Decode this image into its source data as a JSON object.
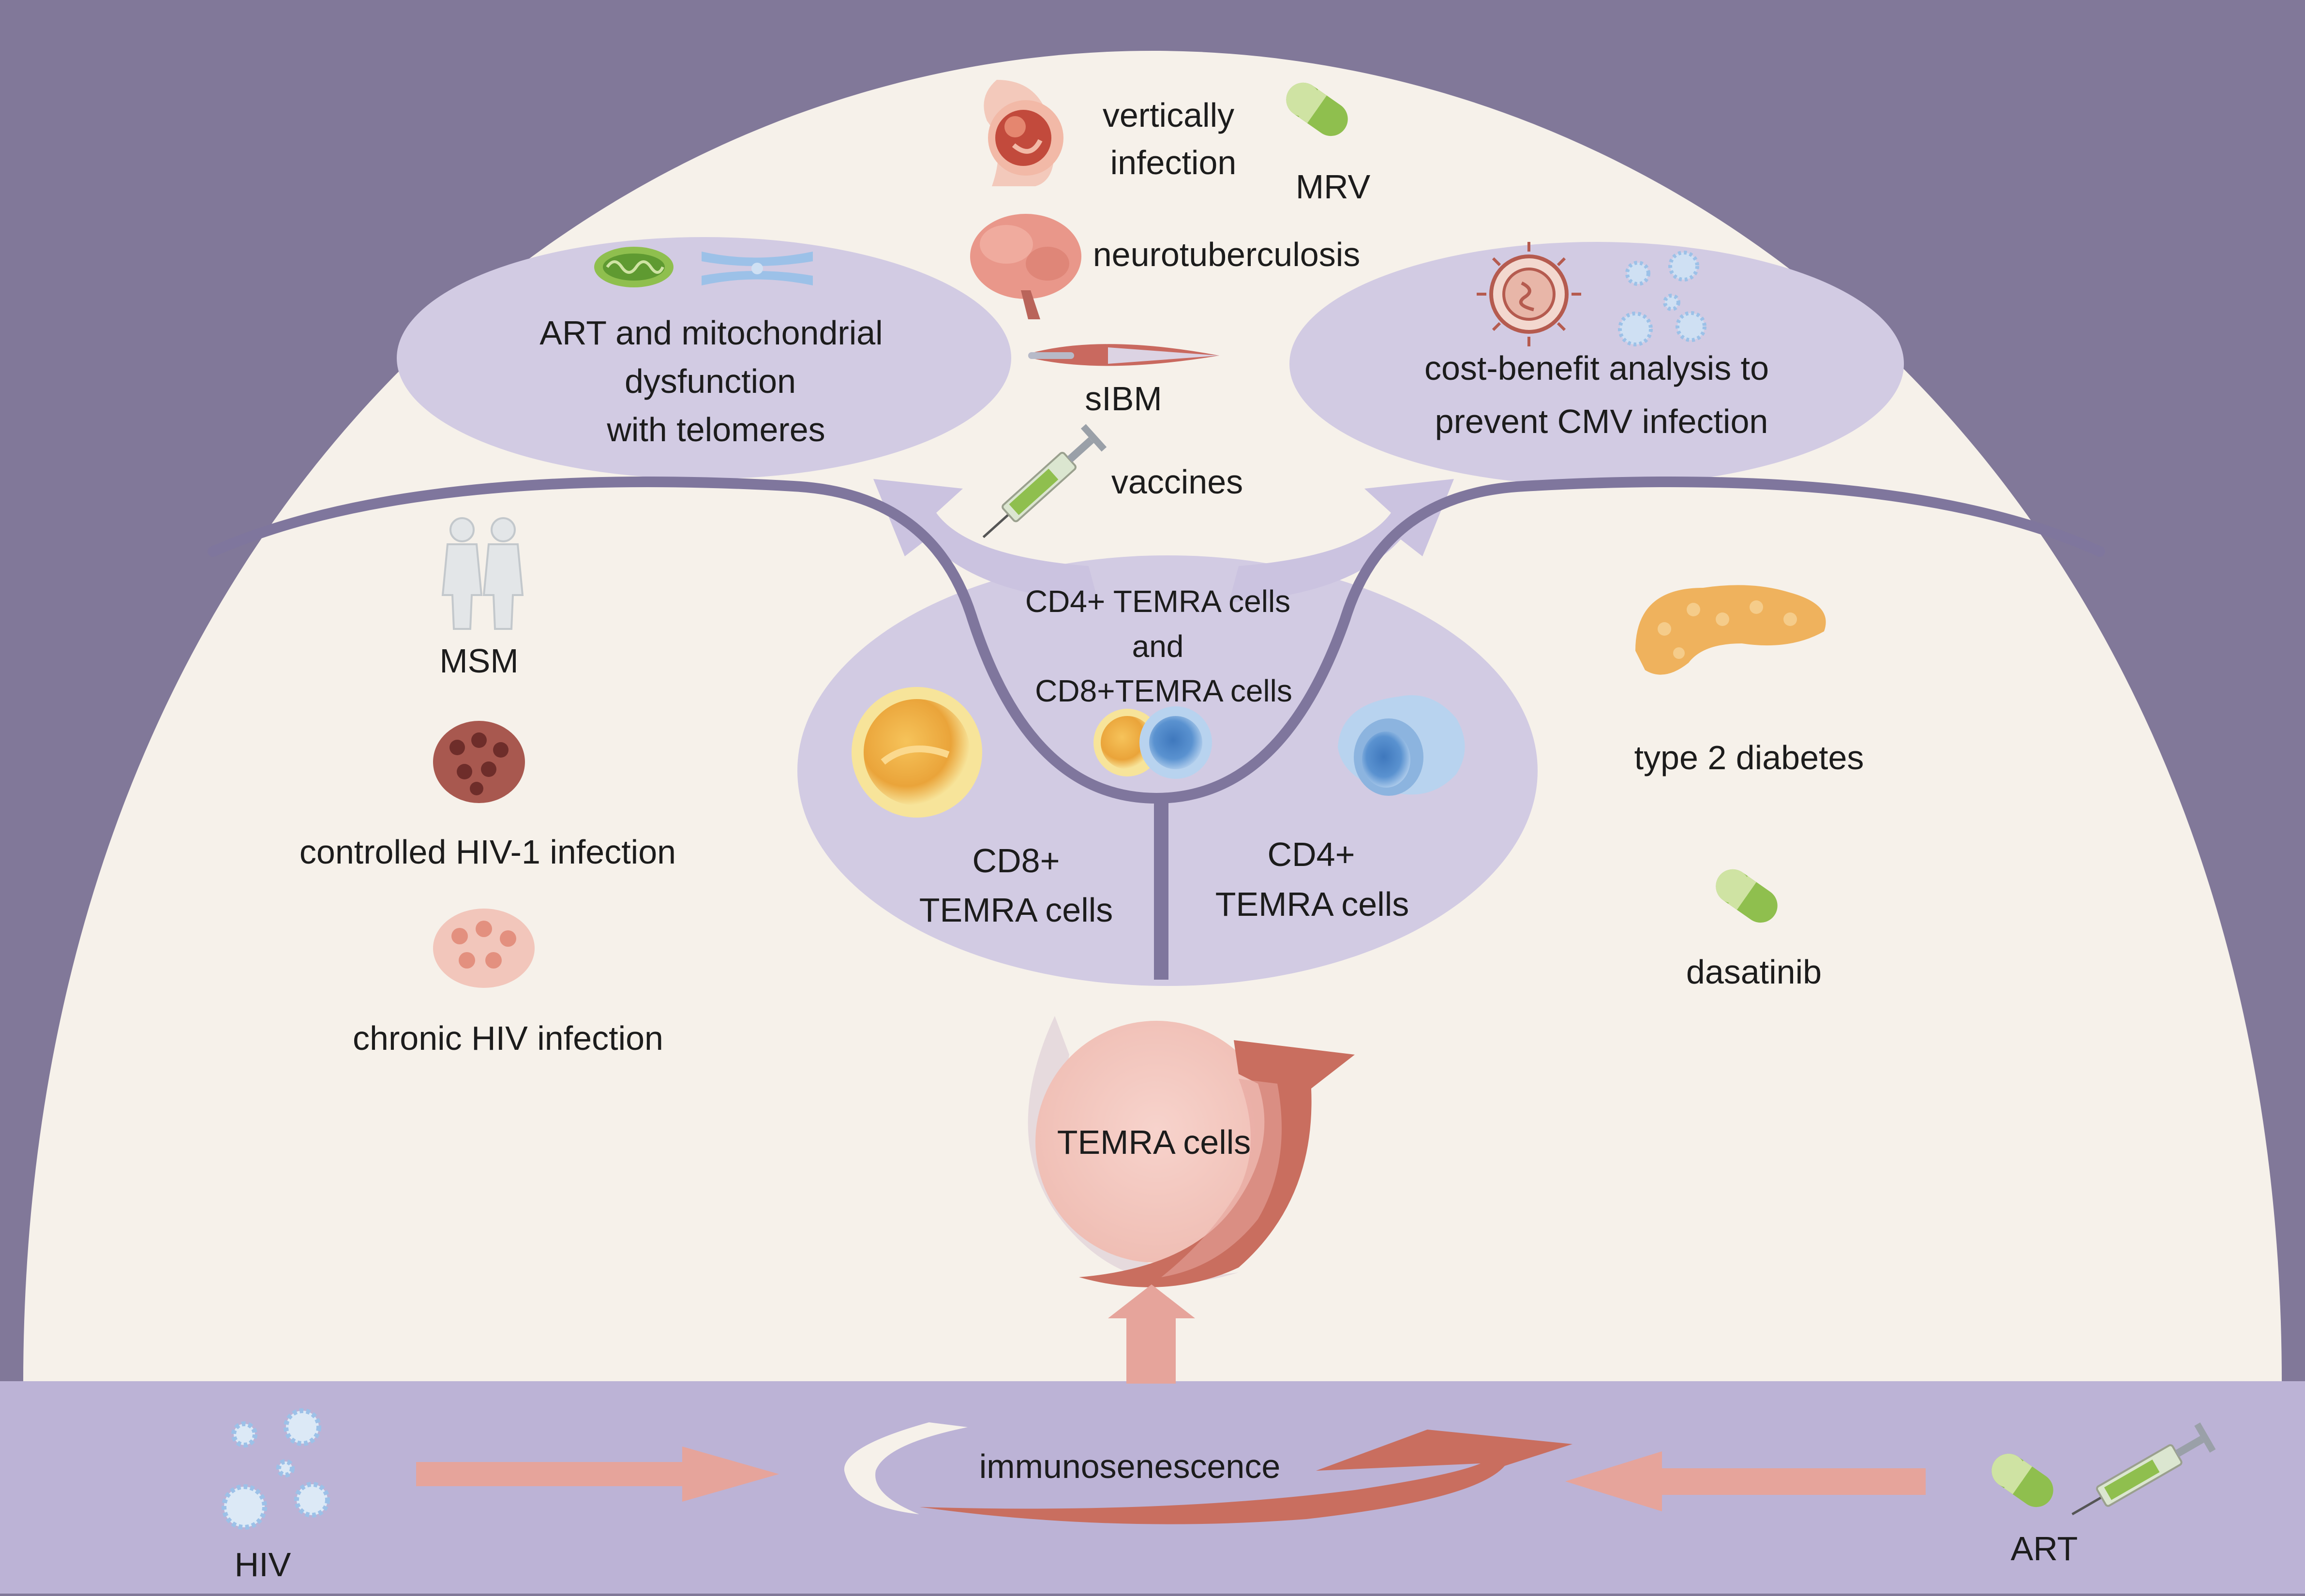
{
  "colors": {
    "outer_background": "#817899",
    "dome": "#f6f1ea",
    "ellipse": "#d2cbe3",
    "bottom_band": "#bcb3d6",
    "divider_lines": "#7f769d",
    "arrow_salmon": "#e6a49b",
    "arrow_dark": "#c96e5f"
  },
  "top": {
    "vertical_infection": {
      "line1": "vertically",
      "line2": "infection"
    },
    "mrv": "MRV",
    "neurotuberculosis": "neurotuberculosis",
    "sibm": "sIBM",
    "vaccines": "vaccines"
  },
  "left_ellipse": {
    "line1": "ART and mitochondrial",
    "line2": "dysfunction",
    "line3": "with telomeres"
  },
  "right_ellipse": {
    "line1": "cost-benefit analysis to",
    "line2": "prevent CMV infection"
  },
  "left_column": {
    "msm": "MSM",
    "controlled_hiv": "controlled HIV-1 infection",
    "chronic_hiv": "chronic HIV infection"
  },
  "right_column": {
    "type2_diabetes": "type 2 diabetes",
    "dasatinib": "dasatinib"
  },
  "center": {
    "both": {
      "line1": "CD4+ TEMRA cells",
      "line2": "and",
      "line3": "CD8+TEMRA cells"
    },
    "cd8": {
      "line1": "CD8+",
      "line2": "TEMRA cells"
    },
    "cd4": {
      "line1": "CD4+",
      "line2": "TEMRA cells"
    },
    "temra": "TEMRA cells"
  },
  "bottom": {
    "hiv": "HIV",
    "immunosenescence": "immunosenescence",
    "art": "ART"
  },
  "icons": [
    "pregnancy-icon",
    "capsule-icon",
    "brain-icon",
    "muscle-icon",
    "syringe-icon",
    "mitochondria-icon",
    "chromosome-icon",
    "cmv-virus-icon",
    "virus-cluster-icon",
    "human-figures-icon",
    "infected-tissue-icon",
    "chronic-tissue-icon",
    "pancreas-icon",
    "yellow-cell-icon",
    "small-cells-icon",
    "blue-cell-icon",
    "hiv-virus-icon",
    "art-capsule-icon",
    "art-syringe-icon"
  ]
}
